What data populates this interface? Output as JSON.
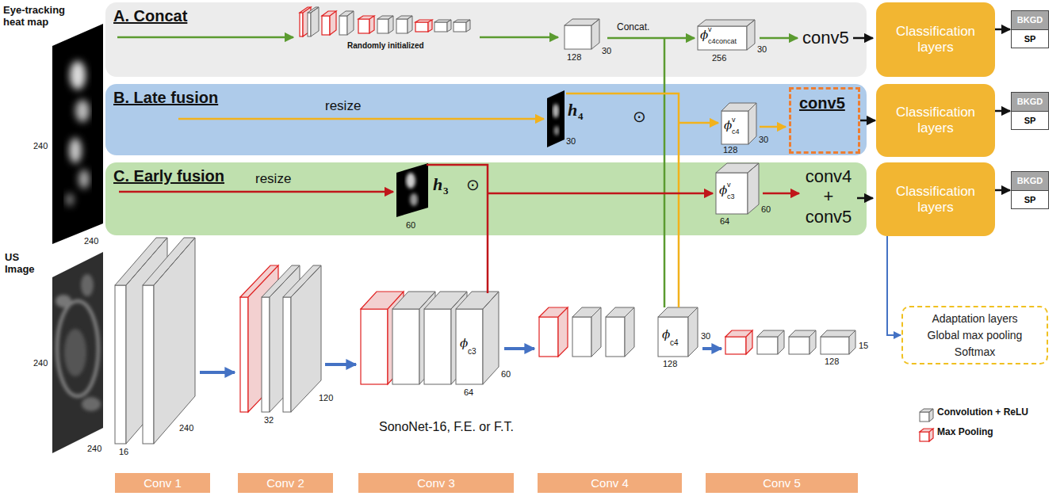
{
  "diagram": {
    "nodes": [
      {
        "text": [
          "A. Concat"
        ]
      },
      {
        "text": [
          "B. Late fusion"
        ]
      },
      {
        "text": [
          "conv5"
        ],
        "in": 1
      },
      {
        "text": [
          "C. Early fusion"
        ]
      },
      {
        "text": [
          "Classification layers"
        ]
      },
      {
        "text": [
          "BKGD",
          "SP"
        ]
      },
      {
        "text": [
          "Classification layers"
        ]
      },
      {
        "text": [
          "BKGD",
          "SP"
        ]
      },
      {
        "text": [
          "Classification layers"
        ]
      },
      {
        "text": [
          "BKGD",
          "SP"
        ]
      },
      {
        "text": [
          "Adaptation layers",
          "Global max pooling",
          "Softmax"
        ]
      },
      {
        "text": [
          "Conv 1"
        ]
      },
      {
        "text": [
          "Conv 2"
        ]
      },
      {
        "text": [
          "Conv 3"
        ]
      },
      {
        "text": [
          "Conv 4"
        ]
      },
      {
        "text": [
          "Conv 5"
        ]
      }
    ],
    "edges": [
      {
        "from": 2,
        "to": 6,
        "arrow": "to"
      },
      {
        "from": 4,
        "to": 5,
        "arrow": "to"
      },
      {
        "from": 6,
        "to": 7,
        "arrow": "to"
      },
      {
        "from": 8,
        "to": 9,
        "arrow": "to"
      },
      {
        "from": 8,
        "to": 10,
        "arrow": "to"
      }
    ],
    "labels": [
      "Eye-tracking heat map",
      "240",
      "240",
      "US Image",
      "240",
      "240",
      "Randomly initialized",
      "128",
      "30",
      "Concat.",
      "ϕ",
      "v",
      "c4concat",
      "256",
      "30",
      "conv5",
      "resize",
      "h",
      "4",
      "30",
      "⊙",
      "ϕ",
      "v",
      "c4",
      "128",
      "30",
      "resize",
      "h",
      "3",
      "60",
      "⊙",
      "ϕ",
      "v",
      "c3",
      "64",
      "60",
      "conv4 + conv5",
      "16",
      "240",
      "32",
      "120",
      "ϕ",
      "c3",
      "64",
      "60",
      "ϕ",
      "c4",
      "128",
      "30",
      "128",
      "15",
      "SonoNet-16, F.E. or F.T."
    ],
    "legend": [
      {
        "text": "Convolution + ReLU"
      },
      {
        "text": "Max Pooling"
      }
    ]
  }
}
